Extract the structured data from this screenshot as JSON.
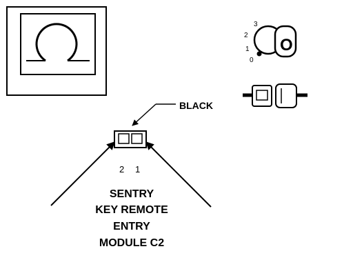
{
  "connector_label": "BLACK",
  "pins": [
    "2",
    "1"
  ],
  "module_name": [
    "SENTRY",
    "KEY REMOTE",
    "ENTRY",
    "MODULE C2"
  ],
  "ignition_positions": [
    "3",
    "2",
    "1",
    "0"
  ],
  "key_glyph": "O",
  "colors": {
    "ink": "#000000",
    "paper": "#ffffff"
  },
  "icons": [
    "locator-circle-icon",
    "ignition-key-icon",
    "connector-plug-icon"
  ]
}
